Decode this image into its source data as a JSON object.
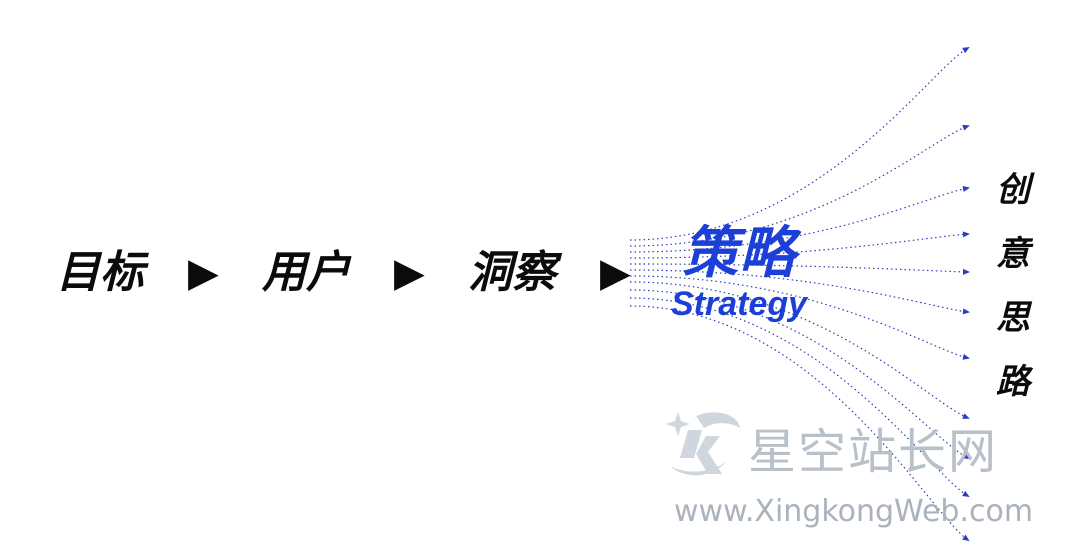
{
  "flow": {
    "step1": "目标",
    "arrow": "▶",
    "step2": "用户",
    "step3": "洞察"
  },
  "strategy": {
    "cn": "策略",
    "en": "Strategy"
  },
  "output": {
    "chars": [
      "创",
      "意",
      "思",
      "路"
    ]
  },
  "watermark": {
    "name": "星空站长网",
    "url": "www.XingkongWeb.com"
  },
  "colors": {
    "text": "#0b0b0b",
    "accent": "#1c3fd8",
    "dotted_line": "#2b3fb8",
    "watermark": "#b8c0c9"
  }
}
